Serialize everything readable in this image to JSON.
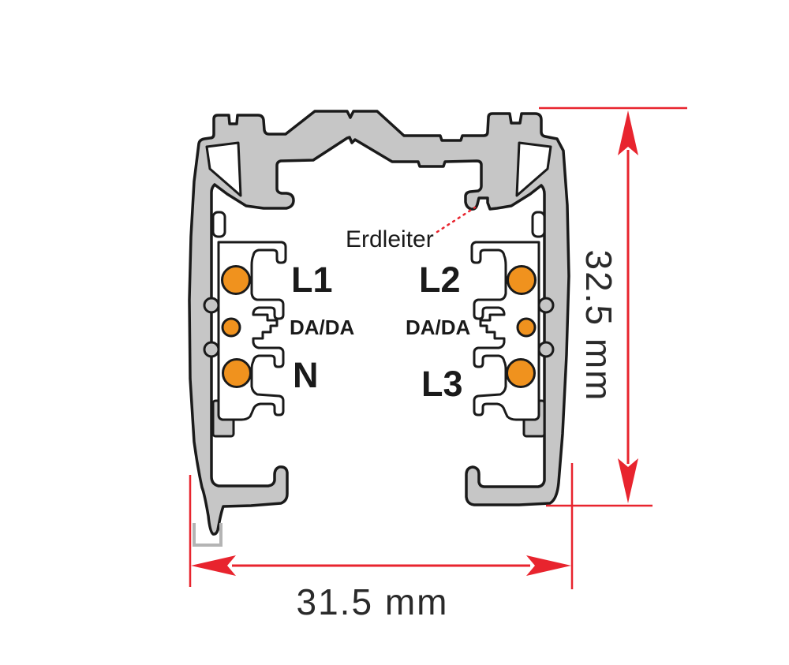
{
  "diagram": {
    "conductors": {
      "l1": "L1",
      "l2": "L2",
      "da_left": "DA/DA",
      "da_right": "DA/DA",
      "n": "N",
      "l3": "L3"
    },
    "earth_label": "Erdleiter",
    "dimensions": {
      "height": "32.5 mm",
      "width": "31.5 mm"
    },
    "colors": {
      "aluminum": "#c6c6c6",
      "insulator": "#ffffff",
      "conductor_orange": "#f0921e",
      "dimension_red": "#e8242e",
      "outline_black": "#1a1a1a",
      "bracket_gray": "#b4b4b4"
    }
  }
}
